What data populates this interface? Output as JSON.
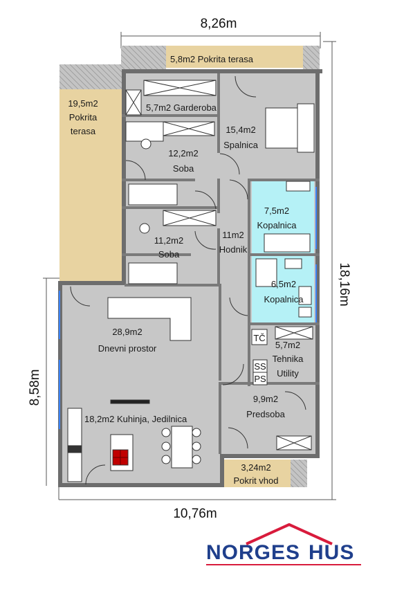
{
  "plan": {
    "dimensions": {
      "top": "8,26m",
      "right": "18,16m",
      "left": "8,58m",
      "bottom": "10,76m"
    },
    "rooms": {
      "terrace_top": {
        "area": "5,8m2",
        "name": "Pokrita terasa"
      },
      "terrace_left": {
        "area": "19,5m2",
        "name_line1": "Pokrita",
        "name_line2": "terasa"
      },
      "wardrobe": {
        "area": "5,7m2",
        "name": "Garderoba"
      },
      "bedroom": {
        "area": "15,4m2",
        "name": "Spalnica"
      },
      "room1": {
        "area": "12,2m2",
        "name": "Soba"
      },
      "room2": {
        "area": "11,2m2",
        "name": "Soba"
      },
      "hall": {
        "area": "11m2",
        "name": "Hodnik"
      },
      "bath1": {
        "area": "7,5m2",
        "name": "Kopalnica"
      },
      "bath2": {
        "area": "6,5m2",
        "name": "Kopalnica"
      },
      "living": {
        "area": "28,9m2",
        "name": "Dnevni prostor"
      },
      "utility": {
        "area": "5,7m2",
        "name_line1": "Tehnika",
        "name_line2": "Utility"
      },
      "kitchen": {
        "area": "18,2m2",
        "name": "Kuhinja, Jedilnica"
      },
      "entry": {
        "area": "9,9m2",
        "name": "Predsoba"
      },
      "porch": {
        "area": "3,24m2",
        "name": "Pokrit vhod"
      }
    },
    "fixtures": {
      "heat_pump": "TČ",
      "washer": "SS",
      "dryer": "PS"
    },
    "colors": {
      "floor": "#c7c7c7",
      "terrace": "#e8d3a1",
      "bathroom": "#b5f1f6",
      "wall": "#6d6d6d",
      "brick": "#c9c9c9",
      "hob": "#c00000"
    }
  },
  "logo": {
    "text_left": "NORGES",
    "text_right": "HUS",
    "color_text": "#1f3f8c",
    "color_roof": "#d81b3c"
  }
}
